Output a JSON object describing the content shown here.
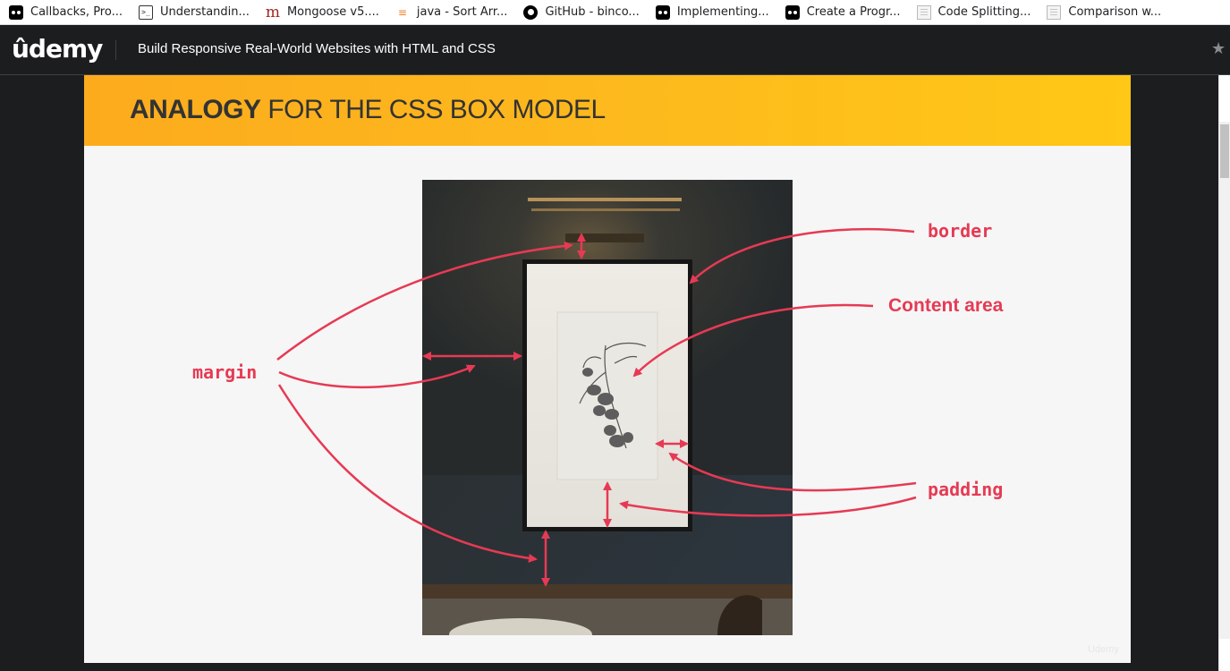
{
  "bookmarks": [
    {
      "label": "Callbacks, Pro...",
      "icon": "medium-icon"
    },
    {
      "label": "Understandin...",
      "icon": "terminal-icon"
    },
    {
      "label": "Mongoose v5....",
      "icon": "mongoose-icon"
    },
    {
      "label": "java - Sort Arr...",
      "icon": "stackoverflow-icon"
    },
    {
      "label": "GitHub - binco...",
      "icon": "github-icon"
    },
    {
      "label": "Implementing...",
      "icon": "medium-icon"
    },
    {
      "label": "Create a Progr...",
      "icon": "medium-icon"
    },
    {
      "label": "Code Splitting...",
      "icon": "document-icon"
    },
    {
      "label": "Comparison w...",
      "icon": "document-icon"
    }
  ],
  "header": {
    "logo": "ûdemy",
    "course_title": "Build Responsive Real-World Websites with HTML and CSS",
    "star_icon": "star-icon"
  },
  "slide": {
    "title_bold": "ANALOGY",
    "title_rest": " FOR THE CSS BOX MODEL",
    "labels": {
      "border": "border",
      "content_area": "Content area",
      "margin": "margin",
      "padding": "padding"
    },
    "watermark": "Udemy",
    "accent_color": "#e63a54",
    "banner_color": "#fdb91d"
  }
}
